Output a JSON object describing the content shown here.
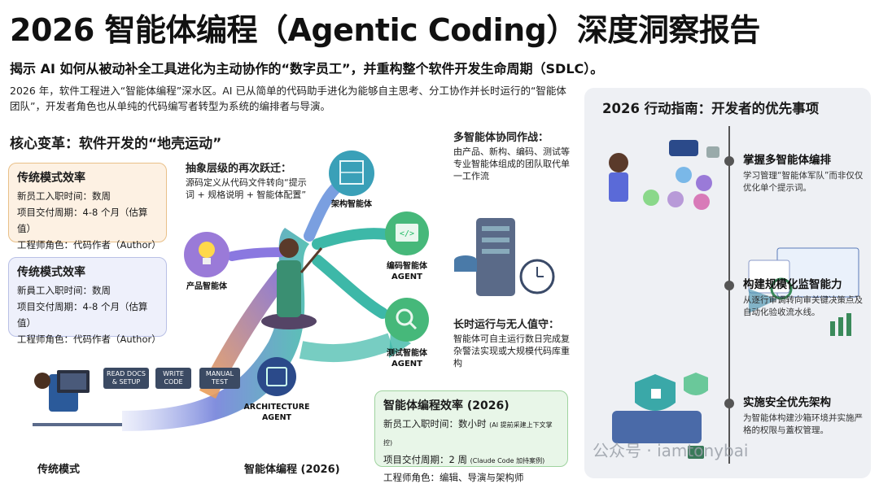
{
  "header": {
    "title": "2026 智能体编程（Agentic Coding）深度洞察报告",
    "subtitle": "揭示 AI 如何从被动补全工具进化为主动协作的“数字员工”，并重构整个软件开发生命周期（SDLC）。",
    "intro": "2026 年，软件工程进入“智能体编程”深水区。AI 已从简单的代码助手进化为能够自主思考、分工协作并长时运行的“智能体团队”，开发者角色也从单纯的代码编写者转型为系统的编排者与导演。"
  },
  "core": {
    "heading": "核心变革：软件开发的“地壳运动”",
    "card_traditional_1": {
      "title": "传统模式效率",
      "line1": "新员工入职时间：数周",
      "line2": "项目交付周期：4-8 个月（估算值）",
      "line3": "工程师角色：代码作者（Author）"
    },
    "card_traditional_2": {
      "title": "传统模式效率",
      "line1": "新員工入职时间：数周",
      "line2": "项目交付周期：4-8 个月（估算值）",
      "line3": "工程师角色：代码作者（Author）"
    },
    "abstraction": {
      "title": "抽象层级的再次跃迁：",
      "text": "源码定义从代码文件转向“提示词 + 规格说明 + 智能体配置”"
    },
    "multi_agent": {
      "title": "多智能体协同作战：",
      "text": "由产品、新构、编码、测试等专业智能体组成的团队取代单一工作流"
    },
    "long_running": {
      "title": "长时运行与无人值守：",
      "text": "智能体可自主运行数日完成复杂警法实现或大规模代码库重构"
    },
    "agents": {
      "architecture": "架构智能体",
      "coding": "编码智能体",
      "coding_en": "AGENT",
      "testing": "测试智能体",
      "testing_en": "AGENT",
      "product": "产品智能体",
      "architecture_en_1": "ARCHITECTURE",
      "architecture_en_2": "AGENT"
    },
    "flow": {
      "step1": "READ DOCS & SETUP",
      "step2": "WRITE CODE",
      "step3": "MANUAL TEST"
    },
    "card_agentic": {
      "title": "智能体编程效率 (2026)",
      "line1_a": "新员工入职时间：数小时",
      "line1_b": "(AI 提前采建上下文掌控)",
      "line2_a": "项目交付周期：2 周",
      "line2_b": "(Claude Code 加持案例)",
      "line3": "工程师角色：编辑、导演与架构师"
    },
    "label_traditional": "传统模式",
    "label_agentic": "智能体编程 (2026)"
  },
  "guide": {
    "title": "2026 行动指南：开发者的优先事项",
    "items": [
      {
        "title": "掌握多智能体编排",
        "text": "学习管理“智能体军队”而非仅仅优化单个提示词。"
      },
      {
        "title": "构建规模化监智能力",
        "text": "从逐行审调转向审关键决策点及自动化验收流水线。"
      },
      {
        "title": "实施安全优先架构",
        "text": "为智能体构建沙箱环境并实施严格的权限与蓋权管理。"
      }
    ]
  },
  "watermark": "公众号 · iamtonybai",
  "colors": {
    "orange_card": "#fdf1e3",
    "blue_card": "#eef0fb",
    "green_card": "#e8f6e8",
    "panel": "#eef0f4",
    "arrow_purple": "#7b6ad8",
    "arrow_teal": "#3db8a8"
  }
}
